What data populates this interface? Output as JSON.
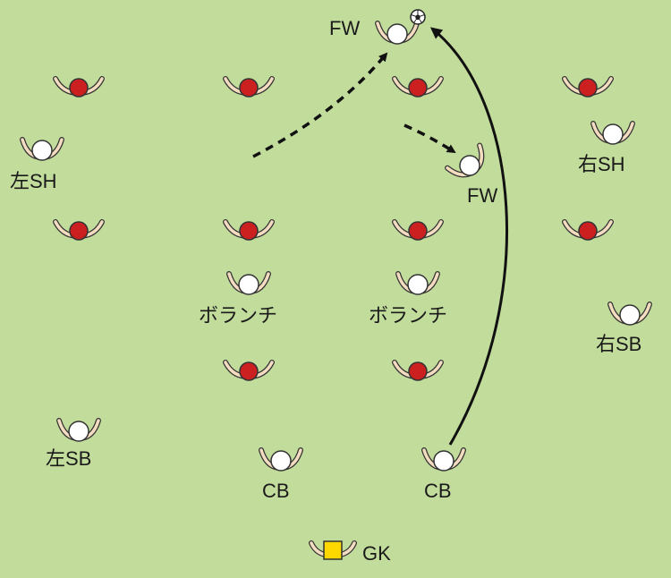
{
  "colors": {
    "background": "#c2dc9c",
    "opponent": "#cc2020",
    "teammate": "#ffffff",
    "goalkeeper": "#ffd800",
    "arms": "#f4dcc0",
    "outline": "#333333",
    "arrow": "#111111"
  },
  "icons": {
    "ball": "soccer-ball-icon",
    "opponent": "opponent-player-icon",
    "teammate": "teammate-player-icon",
    "goalkeeper": "goalkeeper-icon"
  },
  "labels": {
    "fw_top": "FW",
    "fw_mid": "FW",
    "sh_left": "左SH",
    "sh_right": "右SH",
    "volante_left": "ボランチ",
    "volante_right": "ボランチ",
    "sb_left": "左SB",
    "sb_right": "右SB",
    "cb_left": "CB",
    "cb_right": "CB",
    "gk": "GK"
  }
}
